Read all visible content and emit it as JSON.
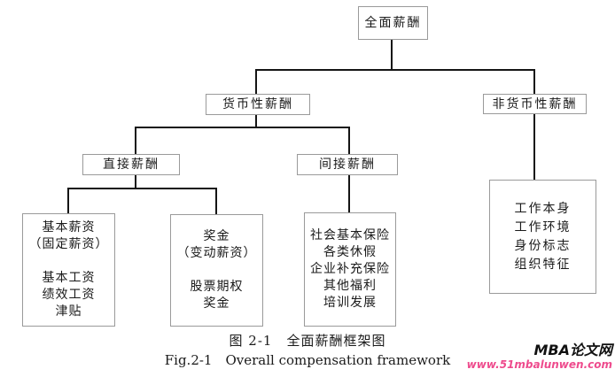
{
  "diagram": {
    "nodes": {
      "root": {
        "label": "全面薪酬"
      },
      "monetary": {
        "label": "货币性薪酬"
      },
      "non_monetary": {
        "label": "非货币性薪酬"
      },
      "direct": {
        "label": "直接薪酬"
      },
      "indirect": {
        "label": "间接薪酬"
      },
      "base_salary": {
        "text": "基本薪资\n（固定薪资）\n\n基本工资\n绩效工资\n津贴"
      },
      "bonus": {
        "text": "奖金\n（变动薪资）\n\n股票期权\n奖金"
      },
      "indirect_benefits": {
        "text": "社会基本保险\n各类休假\n企业补充保险\n其他福利\n培训发展"
      },
      "non_monetary_items": {
        "text": "工作本身\n工作环境\n身份标志\n组织特征"
      }
    },
    "captions": {
      "zh": "图 2-1　全面薪酬框架图",
      "en": "Fig.2-1　Overall compensation framework"
    }
  },
  "watermark": {
    "site_name": "MBA论文网",
    "site_url": "www.51mbalunwen.com",
    "url_color": "#ee4b8d"
  }
}
